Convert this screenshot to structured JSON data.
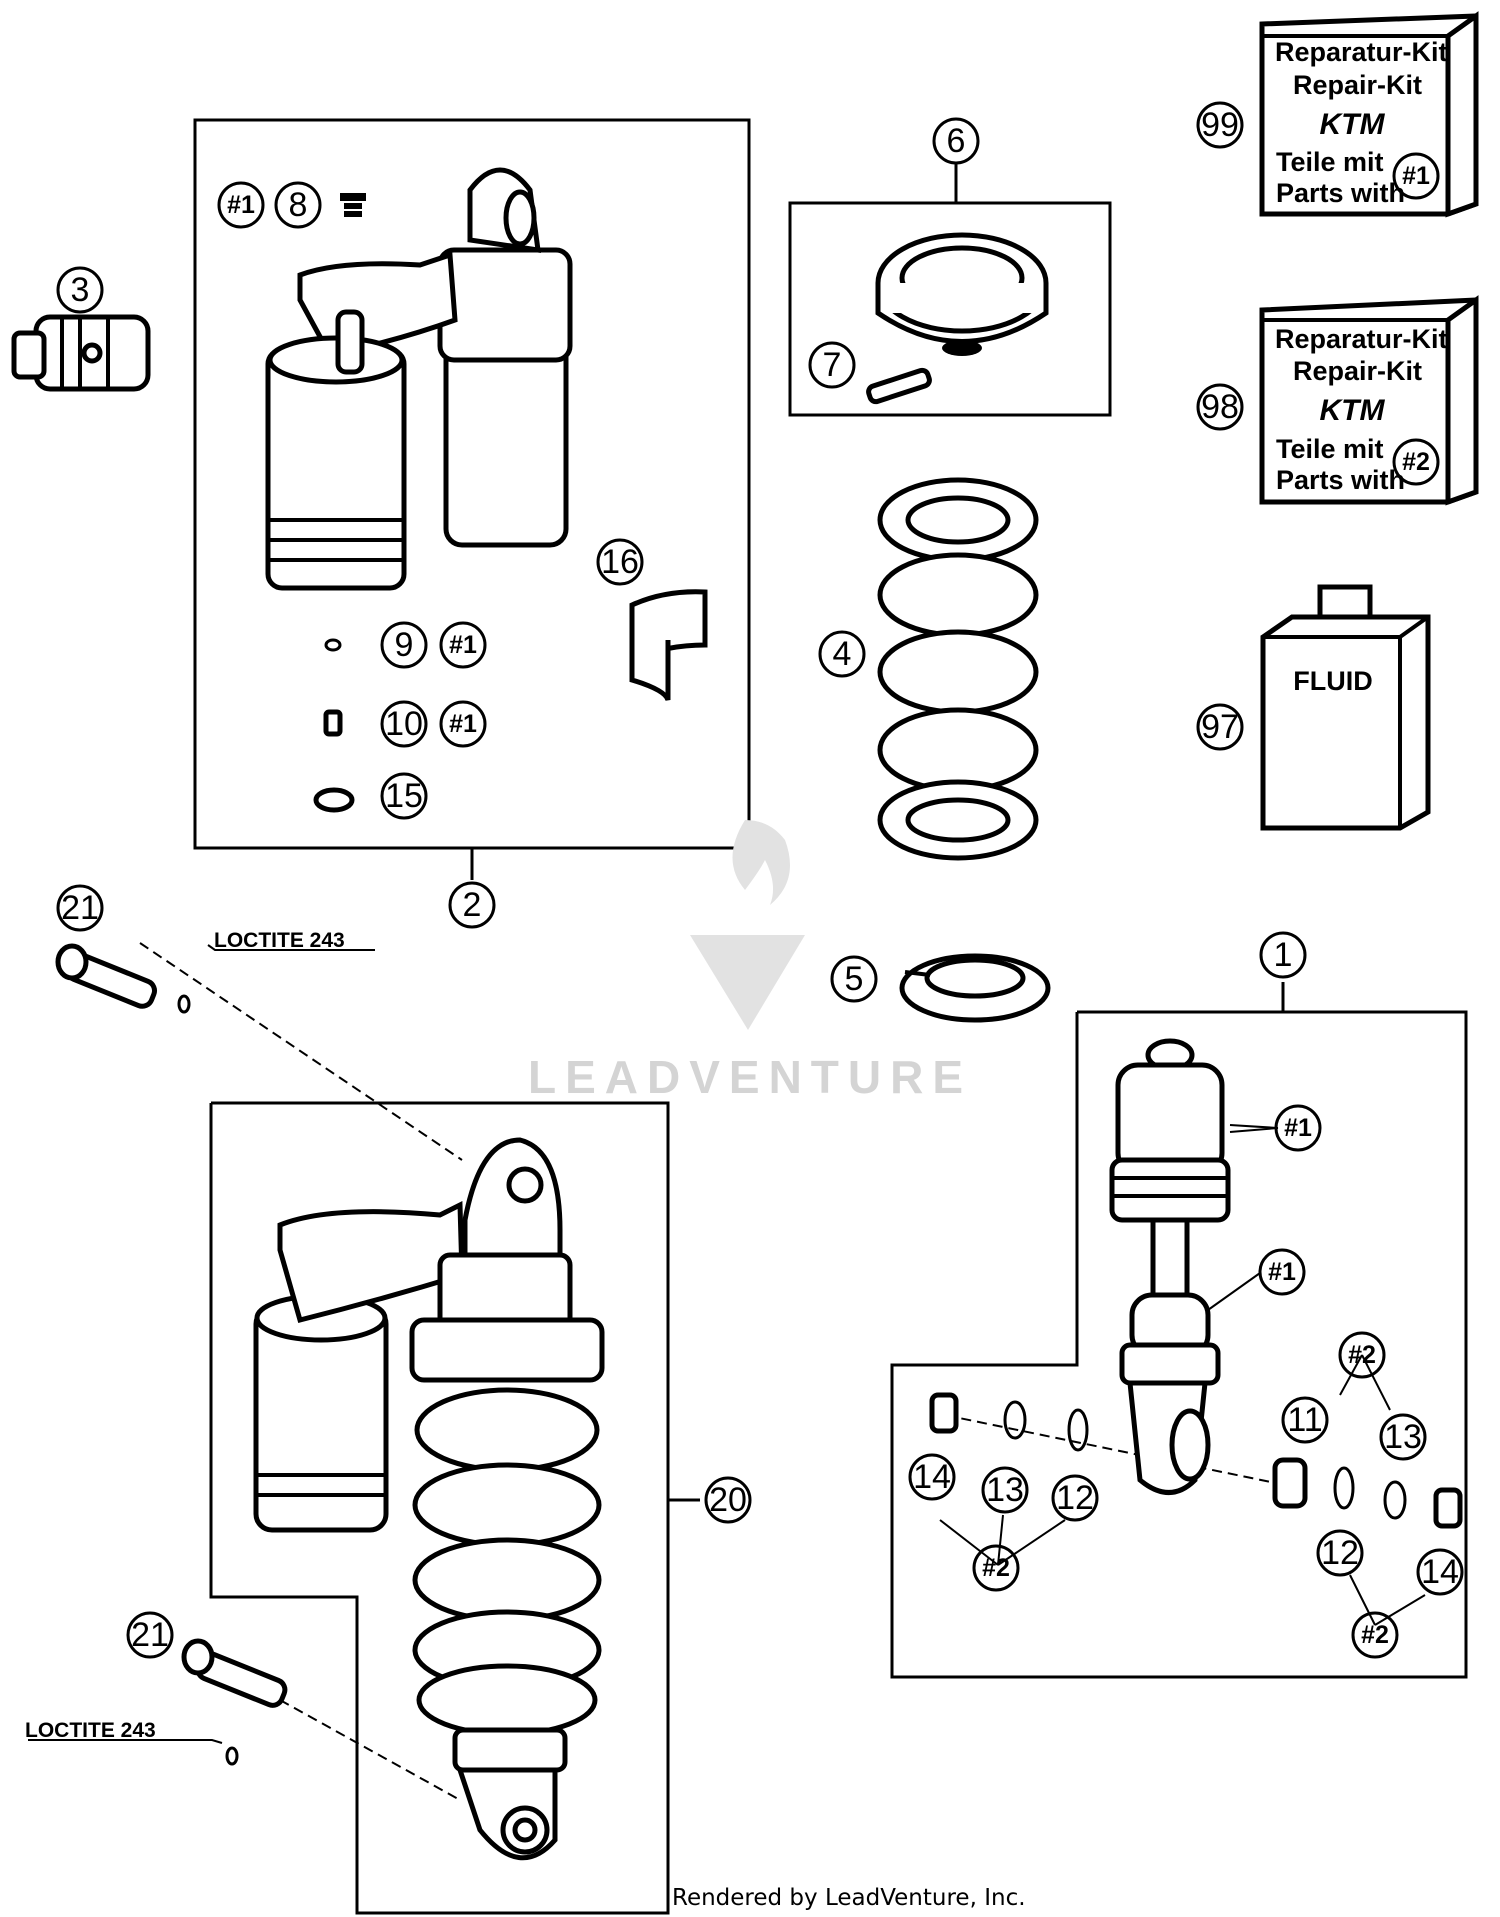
{
  "callouts": {
    "c1": "1",
    "c2": "2",
    "c3": "3",
    "c4": "4",
    "c5": "5",
    "c6": "6",
    "c7": "7",
    "c8": "8",
    "c9": "9",
    "c10": "10",
    "c11": "11",
    "c12": "12",
    "c13": "13",
    "c14": "14",
    "c15": "15",
    "c16": "16",
    "c20": "20",
    "c21": "21",
    "c97": "97",
    "c98": "98",
    "c99": "99"
  },
  "refs": {
    "kit1": "#1",
    "kit2": "#2"
  },
  "kits": {
    "kit99": {
      "line1": "Reparatur-Kit",
      "line2": "Repair-Kit",
      "logo": "KTM",
      "line3": "Teile mit",
      "line4": "Parts with",
      "ref": "#1"
    },
    "kit98": {
      "line1": "Reparatur-Kit",
      "line2": "Repair-Kit",
      "logo": "KTM",
      "line3": "Teile mit",
      "line4": "Parts with",
      "ref": "#2"
    }
  },
  "fluid_label": "FLUID",
  "notes": {
    "loctite_top": "LOCTITE 243",
    "loctite_bottom": "LOCTITE 243"
  },
  "watermark": "LEADVENTURE",
  "footer": "Rendered by LeadVenture, Inc.",
  "icons": [
    "shock-absorber-icon",
    "coil-spring-icon",
    "adjusting-ring-icon",
    "fluid-bottle-icon",
    "bolt-icon",
    "kit-box-icon"
  ]
}
